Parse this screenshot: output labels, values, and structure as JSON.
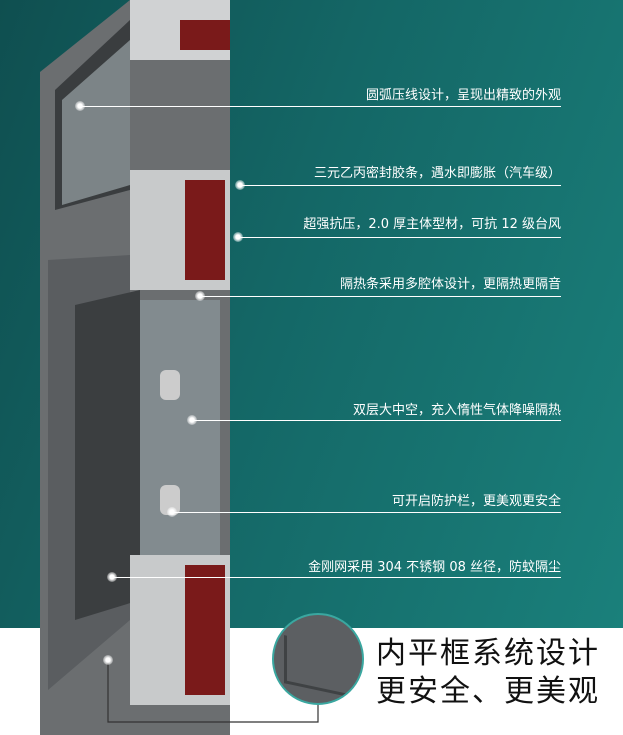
{
  "callouts": [
    "圆弧压线设计，呈现出精致的外观",
    "三元乙丙密封胶条，遇水即膨胀（汽车级）",
    "超强抗压，2.0 厚主体型材，可抗 12 级台风",
    "隔热条采用多腔体设计，更隔热更隔音",
    "双层大中空，充入惰性气体降噪隔热",
    "可开启防护栏，更美观更安全",
    "金刚网采用 304 不锈钢 08 丝径，防蚊隔尘"
  ],
  "headline": {
    "line1": "内平框系统设计",
    "line2": "更安全、更美观"
  },
  "colors": {
    "teal": "#146766",
    "frame": "#6b6e70",
    "thermal": "#7a1a1a"
  }
}
